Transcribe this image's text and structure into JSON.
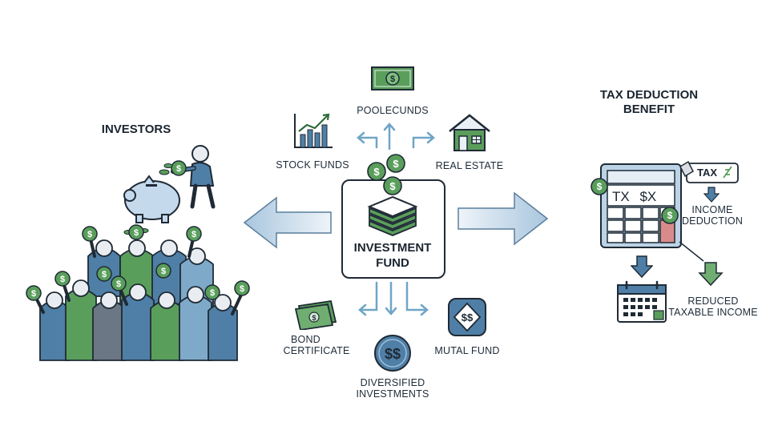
{
  "investors": {
    "title": "INVESTORS"
  },
  "center": {
    "fund_title_line1": "INVESTMENT",
    "fund_title_line2": "FUND",
    "targets": {
      "pooled_funds": "POOLECUNDS",
      "stock_funds": "STOCK FUNDS",
      "real_estate": "REAL ESTATE",
      "bond_line1": "BOND",
      "bond_line2": "CERTIFICATE",
      "diversified_line1": "DIVERSIFIED",
      "diversified_line2": "INVESTMENTS",
      "mutual_fund": "MUTAL FUND"
    }
  },
  "tax": {
    "title_line1": "TAX DEDUCTION",
    "title_line2": "BENEFIT",
    "calculator_text_1": "TX",
    "calculator_text_2": "$X",
    "tag_text": "TAX",
    "income_line1": "INCOME",
    "income_line2": "DEDUCTION",
    "reduced_line1": "REDUCED",
    "reduced_line2": "TAXABLE INCOME"
  },
  "colors": {
    "green": "#5a9e5c",
    "dark_green": "#2f6b3a",
    "blue": "#4f7fa6",
    "light_blue": "#bcd3e6",
    "navy": "#243447"
  }
}
